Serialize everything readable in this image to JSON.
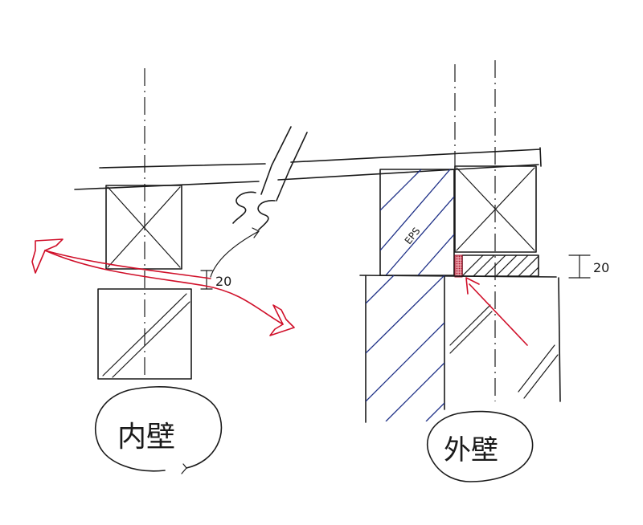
{
  "labels": {
    "inner_wall": "内壁",
    "outer_wall": "外壁",
    "dim_left": "20",
    "dim_right": "20",
    "insulation": "EPS"
  },
  "colors": {
    "ink": "#1a1a1a",
    "arrow": "#d0102a",
    "insulation_hatch": "#1d2f86",
    "sealant": "#c0203a"
  }
}
